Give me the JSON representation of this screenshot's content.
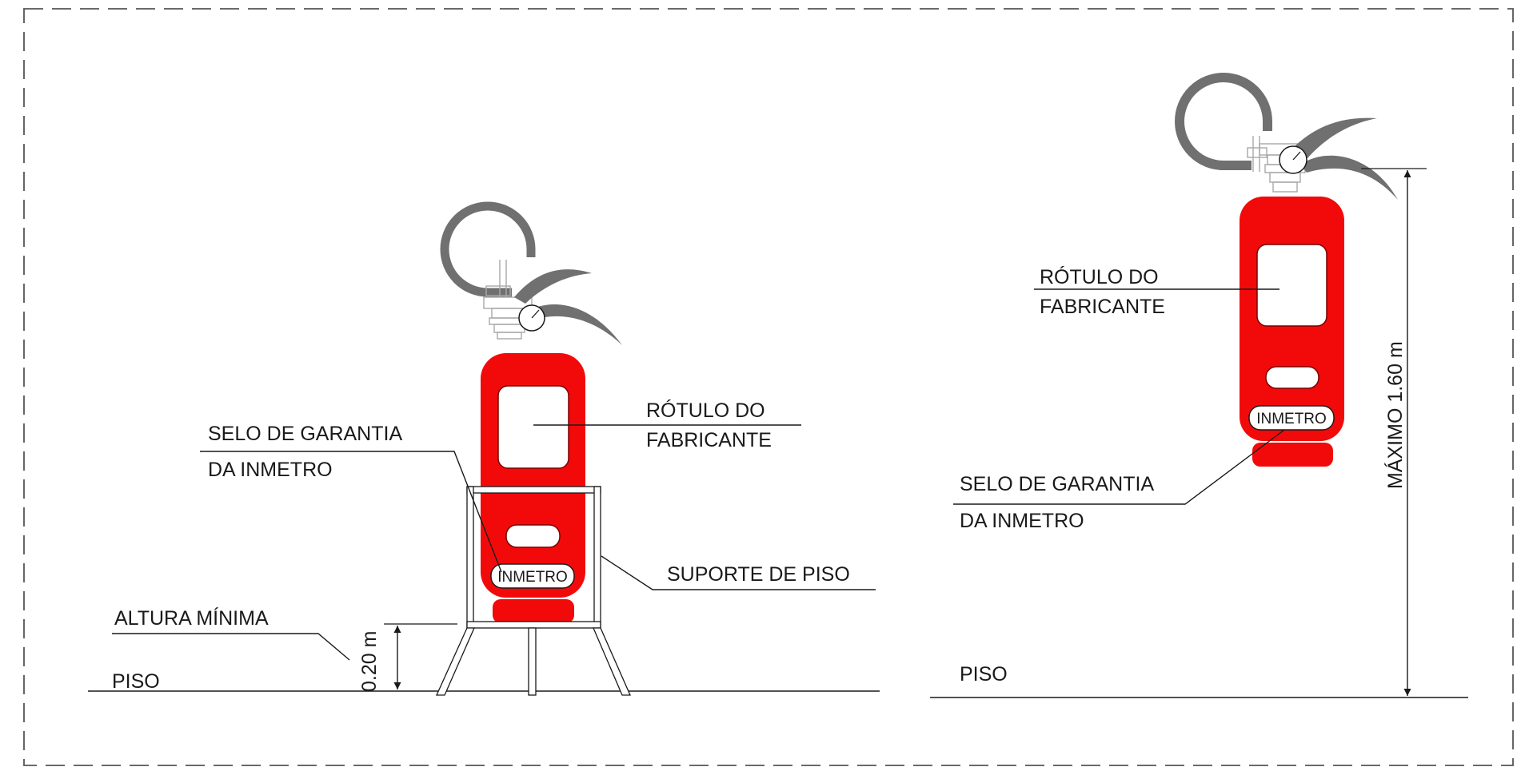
{
  "colors": {
    "extinguisher_red": "#f20a0a",
    "hose_gray": "#707070",
    "line": "#1a1a1a",
    "frame_dash": "#555555"
  },
  "left_figure": {
    "label_manufacturer_line1": "RÓTULO DO",
    "label_manufacturer_line2": "FABRICANTE",
    "label_seal_line1": "SELO DE GARANTIA",
    "label_seal_line2": "DA INMETRO",
    "label_support": "SUPORTE DE PISO",
    "label_min_height": "ALTURA MÍNIMA",
    "label_floor": "PISO",
    "dimension": "0.20 m",
    "inmetro_badge": "INMETRO"
  },
  "right_figure": {
    "label_manufacturer_line1": "RÓTULO DO",
    "label_manufacturer_line2": "FABRICANTE",
    "label_seal_line1": "SELO DE GARANTIA",
    "label_seal_line2": "DA INMETRO",
    "label_floor": "PISO",
    "dimension": "MÁXIMO 1.60 m",
    "inmetro_badge": "INMETRO"
  }
}
